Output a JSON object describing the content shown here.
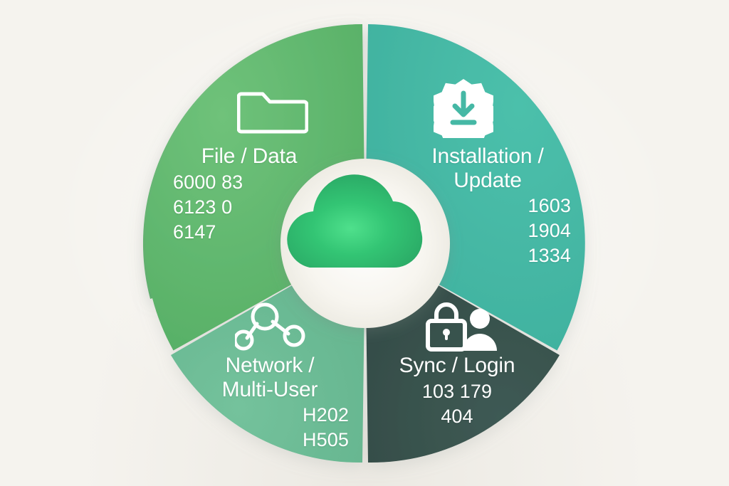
{
  "figure": {
    "type": "donut-diagram",
    "background_color": "#f5f3ee",
    "center_label": "cloud-glyph"
  },
  "center": {
    "icon": "cloud-icon",
    "hub_fill": "#f2f1ea",
    "cloud_color": "#2fbf6a"
  },
  "segments": [
    {
      "id": "file-data",
      "title": "File / Data",
      "codes": "6000 83\n6123 0\n6147",
      "codes_list": [
        "6000",
        "83",
        "6123",
        "0",
        "6147"
      ],
      "icon": "folder-icon",
      "color": "#5cb36a",
      "position": "top-left"
    },
    {
      "id": "installation-update",
      "title": "Installation /\nUpdate",
      "codes": "1603\n1904\n1334",
      "codes_list": [
        "1603",
        "1904",
        "1334"
      ],
      "icon": "gear-download-icon",
      "color": "#45b8a5",
      "position": "top-right"
    },
    {
      "id": "network-multi-user",
      "title": "Network /\nMulti-User",
      "codes": "H202\nH505",
      "codes_list": [
        "H202",
        "H505"
      ],
      "icon": "network-nodes-icon",
      "color": "#6aba94",
      "position": "bottom-left"
    },
    {
      "id": "sync-login",
      "title": "Sync / Login",
      "codes": "103   179\n404",
      "codes_list": [
        "103",
        "179",
        "404"
      ],
      "icon": "lock-user-icon",
      "color": "#38514c",
      "position": "bottom-right"
    }
  ],
  "chart_data": {
    "type": "pie",
    "title": "",
    "categories": [
      "File / Data",
      "Installation / Update",
      "Sync / Login",
      "Network / Multi-User"
    ],
    "values": [
      25,
      25,
      25,
      25
    ],
    "colors": [
      "#5cb36a",
      "#45b8a5",
      "#38514c",
      "#6aba94"
    ],
    "labels": [
      "6000 83 6123 0 6147",
      "1603 1904 1334",
      "103 179 404",
      "H202 H505"
    ],
    "legend": "none",
    "grid": false,
    "donut_hole_ratio": 0.38
  }
}
